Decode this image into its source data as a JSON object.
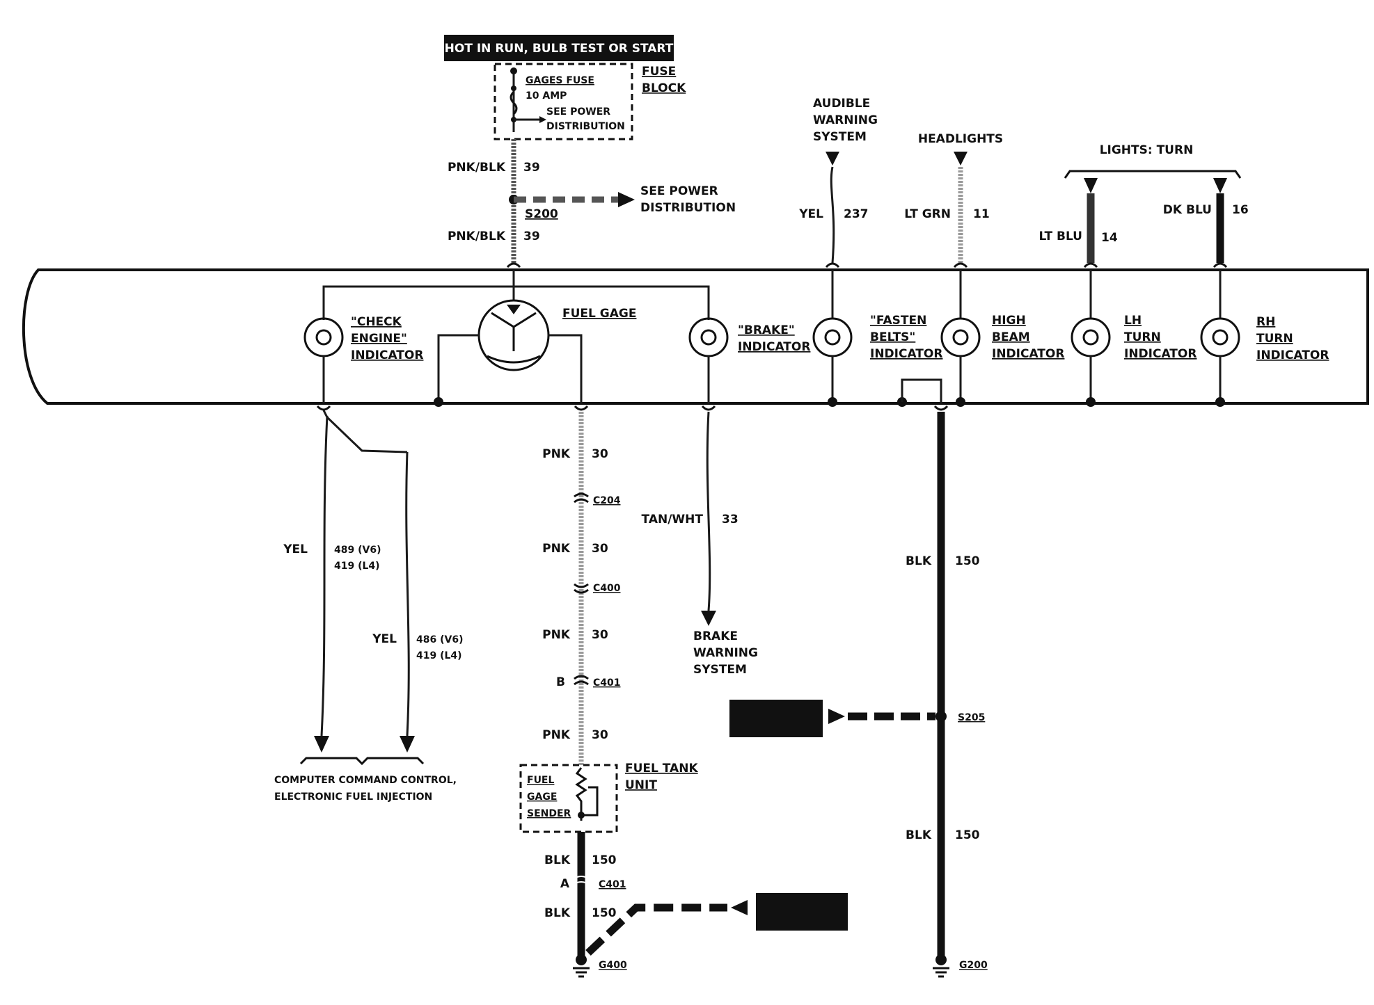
{
  "power": {
    "banner": "HOT IN RUN,   BULB TEST OR START",
    "fuse_name": "GAGES FUSE",
    "fuse_rating": "10 AMP",
    "see_power_1": "SEE POWER",
    "see_power_2": "DISTRIBUTION",
    "fuse_block_1": "FUSE",
    "fuse_block_2": "BLOCK",
    "wire_a_color": "PNK/BLK",
    "wire_a_num": "39",
    "splice": "S200",
    "wire_b_color": "PNK/BLK",
    "wire_b_num": "39",
    "big_see_power_1": "SEE POWER",
    "big_see_power_2": "DISTRIBUTION"
  },
  "top_feeds": {
    "audible_1": "AUDIBLE",
    "audible_2": "WARNING",
    "audible_3": "SYSTEM",
    "audible_wire_color": "YEL",
    "audible_wire_num": "237",
    "headlights": "HEADLIGHTS",
    "headlights_wire_color": "LT GRN",
    "headlights_wire_num": "11",
    "lights_turn": "LIGHTS: TURN",
    "lh_wire_color": "LT BLU",
    "lh_wire_num": "14",
    "rh_wire_color": "DK BLU",
    "rh_wire_num": "16"
  },
  "indicators": {
    "check_engine_1": "\"CHECK",
    "check_engine_2": "ENGINE\"",
    "check_engine_3": "INDICATOR",
    "fuel_gage": "FUEL GAGE",
    "brake_1": "\"BRAKE\"",
    "brake_2": "INDICATOR",
    "fasten_1": "\"FASTEN",
    "fasten_2": "BELTS\"",
    "fasten_3": "INDICATOR",
    "high_beam_1": "HIGH",
    "high_beam_2": "BEAM",
    "high_beam_3": "INDICATOR",
    "lh_1": "LH",
    "lh_2": "TURN",
    "lh_3": "INDICATOR",
    "rh_1": "RH",
    "rh_2": "TURN",
    "rh_3": "INDICATOR"
  },
  "lower": {
    "yel_1_color": "YEL",
    "yel_1_num_a": "489 (V6)",
    "yel_1_num_b": "419 (L4)",
    "yel_2_color": "YEL",
    "yel_2_num_a": "486 (V6)",
    "yel_2_num_b": "419 (L4)",
    "computer_1": "COMPUTER COMMAND CONTROL,",
    "computer_2": "ELECTRONIC FUEL INJECTION",
    "pnk_1_color": "PNK",
    "pnk_1_num": "30",
    "c204": "C204",
    "pnk_2_color": "PNK",
    "pnk_2_num": "30",
    "c400": "C400",
    "pnk_3_color": "PNK",
    "pnk_3_num": "30",
    "c401_b_pin": "B",
    "c401_b": "C401",
    "pnk_4_color": "PNK",
    "pnk_4_num": "30",
    "tank_unit_1": "FUEL TANK",
    "tank_unit_2": "UNIT",
    "sender_1": "FUEL",
    "sender_2": "GAGE",
    "sender_3": "SENDER",
    "blk_1_color": "BLK",
    "blk_1_num": "150",
    "c401_a_pin": "A",
    "c401_a": "C401",
    "blk_2_color": "BLK",
    "blk_2_num": "150",
    "g400": "G400",
    "tan_color": "TAN/WHT",
    "tan_num": "33",
    "brake_sys_1": "BRAKE",
    "brake_sys_2": "WARNING",
    "brake_sys_3": "SYSTEM",
    "blk_3_color": "BLK",
    "blk_3_num": "150",
    "s205": "S205",
    "blk_4_color": "BLK",
    "blk_4_num": "150",
    "g200": "G200"
  },
  "colors": {
    "ink": "#111111",
    "hatch": "#9a9a9a",
    "paper": "#ffffff"
  }
}
